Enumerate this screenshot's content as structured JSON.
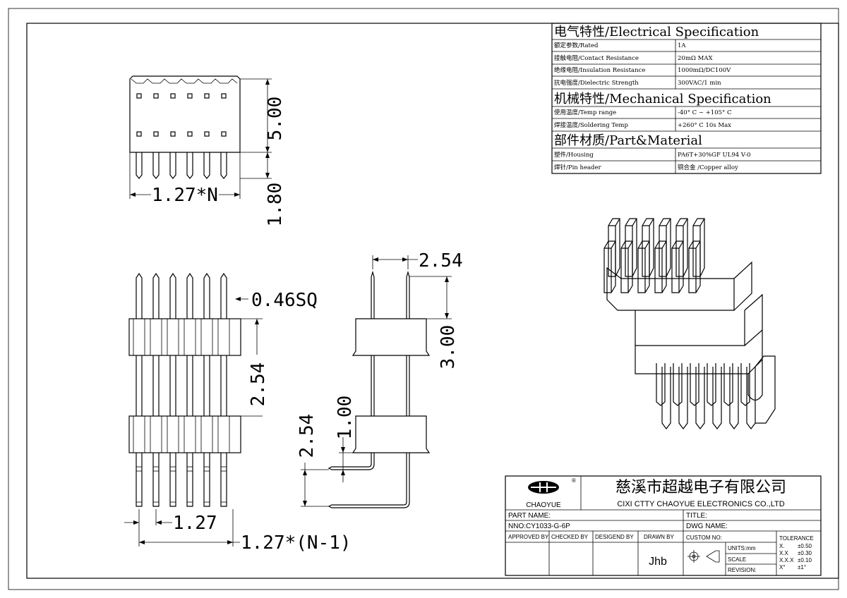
{
  "electrical": {
    "heading": "电气特性/Electrical Specification",
    "rows": [
      {
        "label": "额定参数/Rated",
        "value": "1A"
      },
      {
        "label": "接触电阻/Contact Resistance",
        "value": "20mΩ MAX"
      },
      {
        "label": "绝缘电阻/Insulation Resistance",
        "value": "1000mΩ/DC100V"
      },
      {
        "label": "抗电强度/Dielectric Strength",
        "value": "300VAC/1 min"
      }
    ]
  },
  "mechanical": {
    "heading": "机械特性/Mechanical Specification",
    "rows": [
      {
        "label": "使用温度/Temp range",
        "value": "-40° C ~ +105° C"
      },
      {
        "label": "焊接温度/Soldering Temp",
        "value": "+260° C  10s Max"
      }
    ]
  },
  "material": {
    "heading": "部件材质/Part&Material",
    "rows": [
      {
        "label": "塑件/Housing",
        "value": "PA6T+30%GF  UL94  V-0"
      },
      {
        "label": "焊针/Pin header",
        "value": "铜合金 /Copper alloy"
      }
    ]
  },
  "dimensions": {
    "top_height": "5.00",
    "top_pin": "1.80",
    "top_width": "1.27*N",
    "pin_size": "0.46SQ",
    "row_pitch_front": "2.54",
    "pitch": "1.27",
    "span": "1.27*(N-1)",
    "side_pitch": "2.54",
    "side_height": "3.00",
    "side_offset": "1.00",
    "side_row": "2.54"
  },
  "title_block": {
    "logo_text": "CHAOYUE",
    "logo_mark": "®",
    "company_cn": "慈溪市超越电子有限公司",
    "company_en": "CIXI CTTY CHAOYUE ELECTRONICS CO.,LTD",
    "part_name_label": "PART NAME:",
    "title_label": "TITLE:",
    "part_no": "NNO:CY1033-G-6P",
    "dwg_name_label": "DWG NAME:",
    "approved_by": "APPROVED BY",
    "checked_by": "CHECKED BY",
    "designed_by": "DESIGEND BY",
    "drawn_by": "DRAWN BY",
    "drawn_by_name": "Jhb",
    "custom_no": "CUSTOM NO:",
    "units": "UNITS:mm",
    "scale": "SCALE",
    "revision": "REVISION:",
    "tolerance_heading": "TOLERANCE",
    "tolerances": [
      {
        "k": "X.",
        "v": "±0.50"
      },
      {
        "k": "X.X",
        "v": "±0.30"
      },
      {
        "k": "X.X.X",
        "v": "±0.10"
      },
      {
        "k": "X°",
        "v": "±1°"
      }
    ]
  }
}
